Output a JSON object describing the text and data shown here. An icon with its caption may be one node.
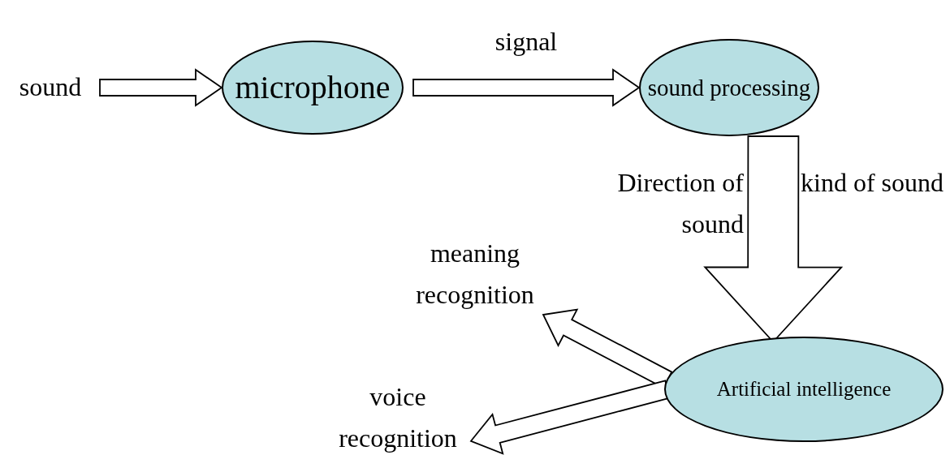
{
  "diagram": {
    "nodes": [
      {
        "text": [
          "sound"
        ]
      },
      {
        "text": [
          "microphone"
        ]
      },
      {
        "text": [
          "sound processing"
        ]
      },
      {
        "text": [
          "Artificial intelligence"
        ]
      },
      {
        "text": [
          "meaning recognition"
        ]
      },
      {
        "text": [
          "voice recognition"
        ]
      }
    ],
    "edges": [
      {
        "from": 0,
        "to": 1,
        "arrow": "to"
      },
      {
        "from": 1,
        "to": 2,
        "arrow": "to",
        "label": "signal"
      },
      {
        "from": 2,
        "to": 3,
        "arrow": "to",
        "label": "Direction of sound"
      },
      {
        "from": 3,
        "to": 4,
        "arrow": "to"
      },
      {
        "from": 3,
        "to": 5,
        "arrow": "to"
      }
    ],
    "labels": [
      "kind of sound"
    ]
  }
}
